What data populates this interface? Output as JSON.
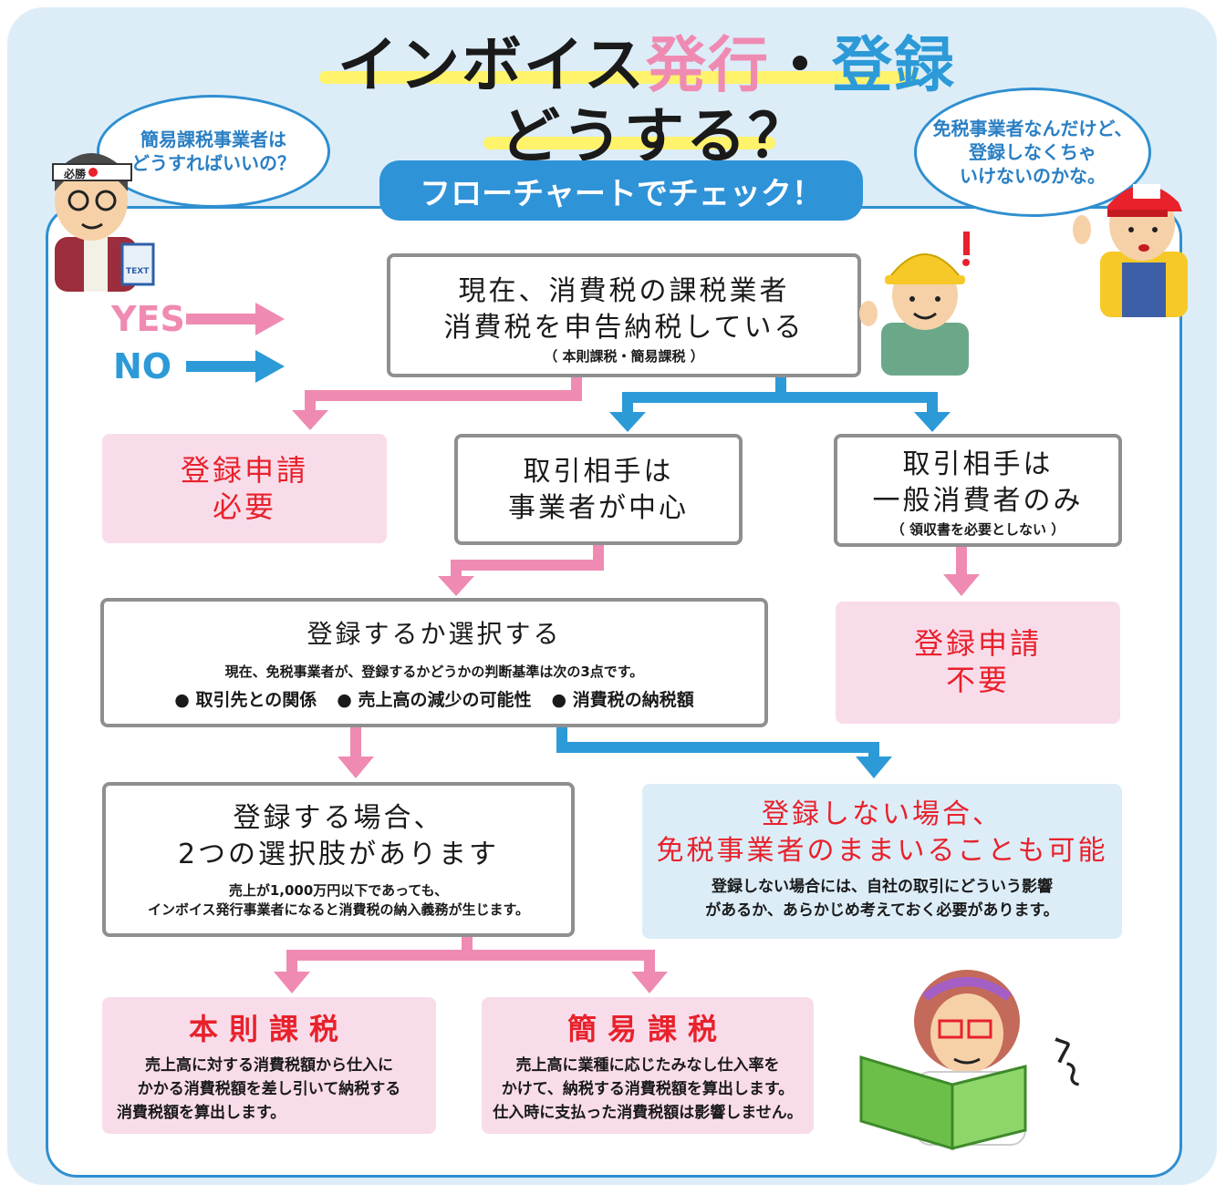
{
  "title": {
    "line1_a": "インボイス",
    "line1_b": "発行",
    "line1_dot": "・",
    "line1_c": "登録",
    "line2": "どうする？"
  },
  "banner": "フローチャートでチェック！",
  "bubbles": {
    "left_line1": "簡易課税事業者は",
    "left_line2": "どうすればいいの？",
    "right_line1": "免税事業者なんだけど、",
    "right_line2": "登録しなくちゃ",
    "right_line3": "いけないのかな。"
  },
  "legend": {
    "yes": "YES",
    "no": "NO"
  },
  "colors": {
    "yes": "#ef8bb2",
    "no": "#2d9ad8",
    "accent_red": "#e8212b",
    "pink_box": "#f9dcea",
    "blue_box": "#dcedf8"
  },
  "nodes": {
    "start_line1": "現在、消費税の課税業者",
    "start_line2": "消費税を申告納税している",
    "start_note": "（ 本則課税・簡易課税 ）",
    "register_required_line1": "登録申請",
    "register_required_line2": "必要",
    "partner_business_line1": "取引相手は",
    "partner_business_line2": "事業者が中心",
    "partner_consumer_line1": "取引相手は",
    "partner_consumer_line2": "一般消費者のみ",
    "partner_consumer_note": "（ 領収書を必要としない ）",
    "register_not_required_line1": "登録申請",
    "register_not_required_line2": "不要",
    "choose_title": "登録するか選択する",
    "choose_note": "現在、免税事業者が、登録するかどうかの判断基準は次の3点です。",
    "choose_points": [
      "● 取引先との関係",
      "● 売上高の減少の可能性",
      "● 消費税の納税額"
    ],
    "if_register_line1": "登録する場合、",
    "if_register_line2": "2つの選択肢があります",
    "if_register_note1": "売上が1,000万円以下であっても、",
    "if_register_note2": "インボイス発行事業者になると消費税の納入義務が生じます。",
    "if_not_line1": "登録しない場合、",
    "if_not_line2": "免税事業者のままいることも可能",
    "if_not_note1": "登録しない場合には、自社の取引にどういう影響",
    "if_not_note2": "があるか、あらかじめ考えておく必要があります。",
    "standard_title": "本則課税",
    "standard_body1": "売上高に対する消費税額から仕入に",
    "standard_body2": "かかる消費税額を差し引いて納税する",
    "standard_body3": "消費税額を算出します。",
    "simplified_title": "簡易課税",
    "simplified_body1": "売上高に業種に応じたみなし仕入率を",
    "simplified_body2": "かけて、納税する消費税額を算出します。",
    "simplified_body3": "仕入時に支払った消費税額は影響しません。"
  },
  "decor": {
    "headband_text": "必勝",
    "book_label": "TEXT",
    "hmm": "へ〜"
  }
}
